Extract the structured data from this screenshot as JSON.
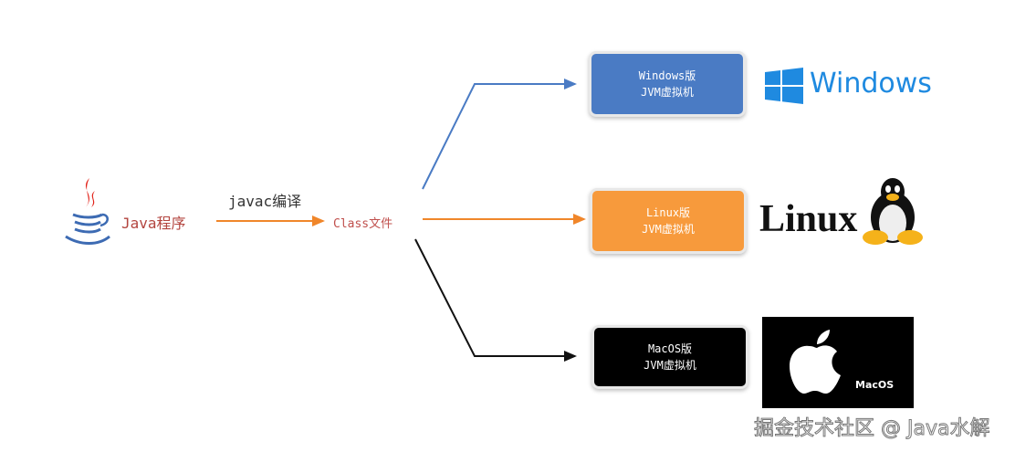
{
  "source": {
    "label": "Java程序"
  },
  "compile": {
    "label": "javac编译"
  },
  "output": {
    "label": "Class文件"
  },
  "targets": [
    {
      "line1": "Windows版",
      "line2": "JVM虚拟机",
      "color": "#4a7bc4",
      "logo_text": "Windows",
      "logo_icon": "windows-logo-icon"
    },
    {
      "line1": "Linux版",
      "line2": "JVM虚拟机",
      "color": "#f79a3c",
      "logo_text": "Linux",
      "logo_icon": "tux-penguin-icon"
    },
    {
      "line1": "MacOS版",
      "line2": "JVM虚拟机",
      "color": "#000000",
      "logo_text": "MacOS",
      "logo_icon": "apple-logo-icon"
    }
  ],
  "watermark": "掘金技术社区 @ Java水解"
}
